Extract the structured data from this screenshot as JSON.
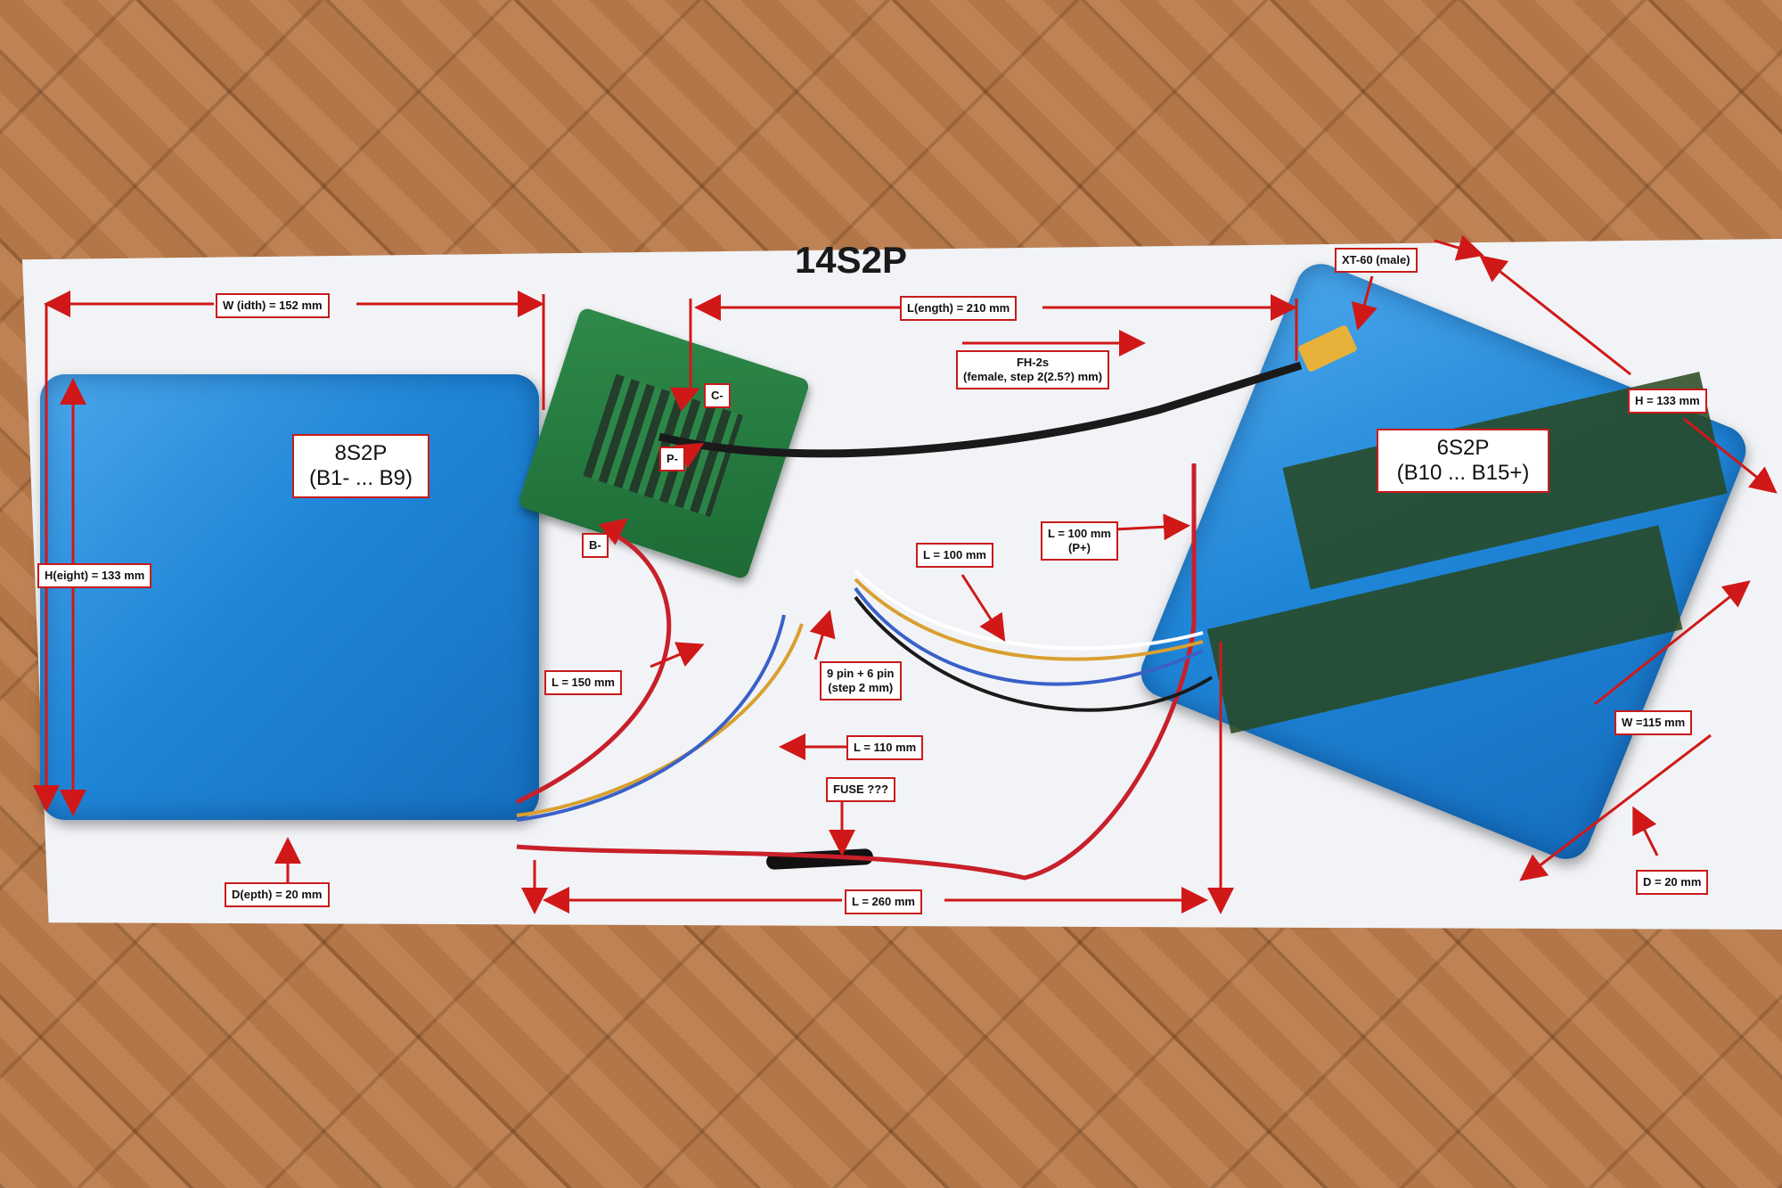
{
  "title": "14S2P",
  "packs": {
    "left": {
      "line1": "8S2P",
      "line2": "(B1- ... B9)"
    },
    "right": {
      "line1": "6S2P",
      "line2": "(B10 ... B15+)"
    }
  },
  "labels": {
    "width_left": "W (idth) = 152 mm",
    "height_left": "H(eight) = 133 mm",
    "depth_left": "D(epth) = 20 mm",
    "length_top": "L(ength) = 210 mm",
    "xt60": "XT-60 (male)",
    "fh2s_line1": "FH-2s",
    "fh2s_line2": "(female, step 2(2.5?) mm)",
    "c_minus": "C-",
    "p_minus": "P-",
    "b_minus": "B-",
    "l100_pplus_line1": "L = 100 mm",
    "l100_pplus_line2": "(P+)",
    "l100": "L = 100 mm",
    "l150": "L = 150 mm",
    "pins_line1": "9 pin + 6 pin",
    "pins_line2": "(step 2 mm)",
    "l110": "L = 110 mm",
    "fuse": "FUSE  ???",
    "l260": "L = 260 mm",
    "h_right": "H = 133 mm",
    "w_right": "W =115 mm",
    "d_right": "D = 20 mm"
  }
}
